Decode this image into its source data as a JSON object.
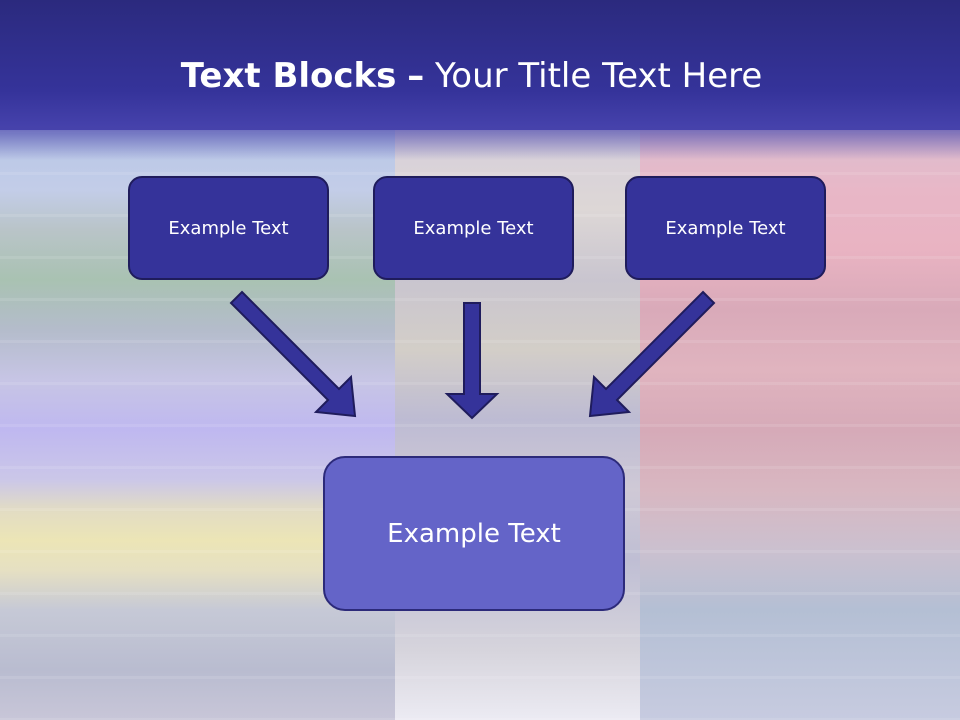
{
  "slide": {
    "title_bold": "Text Blocks",
    "title_sep": "–",
    "title_rest": "Your Title Text Here"
  },
  "blocks": [
    {
      "label": "Example Text"
    },
    {
      "label": "Example Text"
    },
    {
      "label": "Example Text"
    }
  ],
  "target_block": {
    "label": "Example Text"
  },
  "colors": {
    "header": "#35339a",
    "small_box_fill": "#35339a",
    "target_box_fill": "#6464c8",
    "arrow_fill": "#35339a",
    "outline": "#1f1c5c"
  }
}
